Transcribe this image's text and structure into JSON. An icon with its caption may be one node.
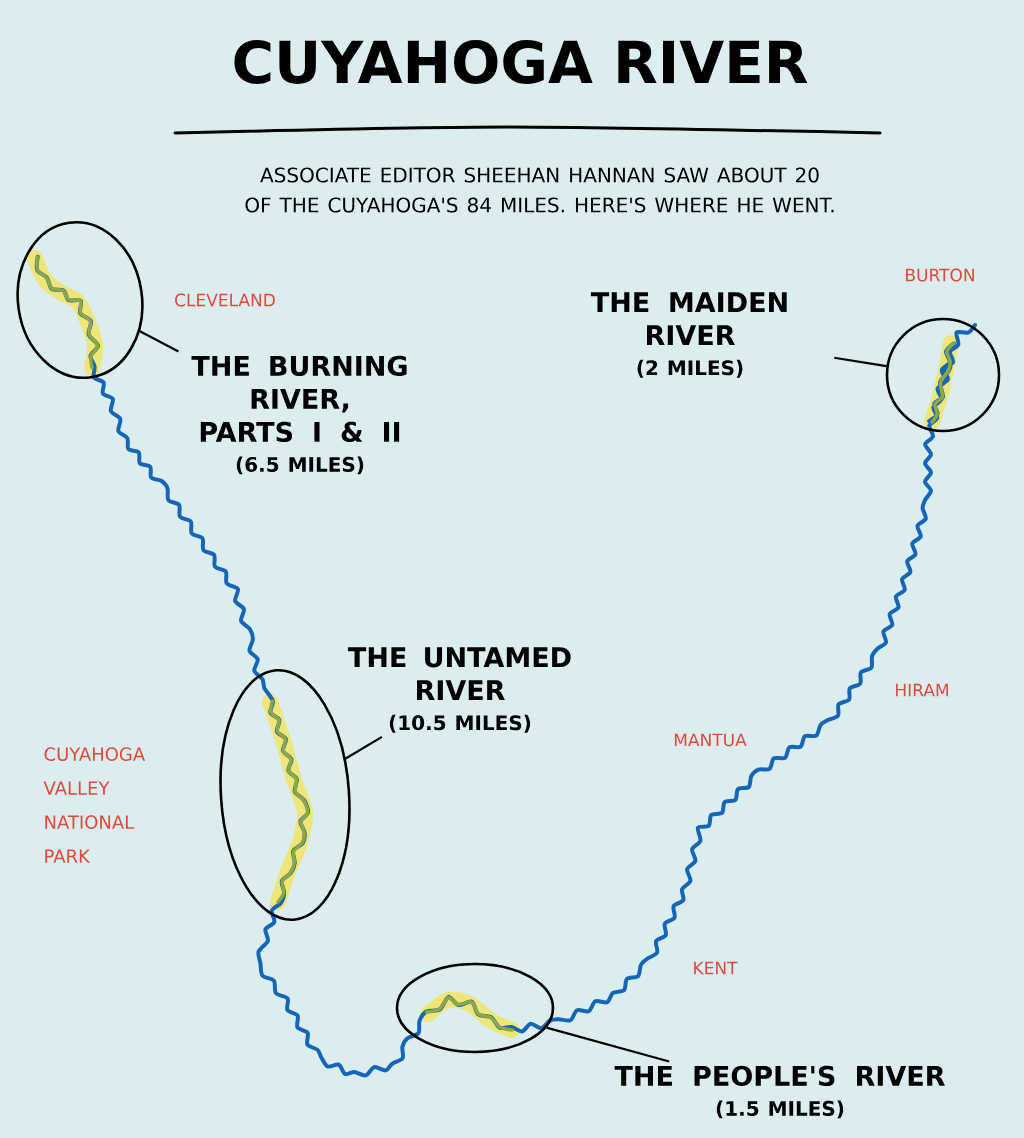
{
  "diagram": {
    "title": "CUYAHOGA RIVER",
    "caption": "ASSOCIATE EDITOR SHEEHAN HANNAN SAW ABOUT 20 OF THE CUYAHOGA'S 84 MILES. HERE'S WHERE HE WENT.",
    "nodes": [
      {
        "text": [],
        "shape": "circle"
      },
      {
        "text": [
          "THE BURNING RIVER, PARTS I & II",
          "(6.5 MILES)"
        ]
      },
      {
        "text": [
          "THE MAIDEN RIVER",
          "(2 MILES)"
        ]
      },
      {
        "text": [],
        "shape": "circle"
      },
      {
        "text": [
          "THE UNTAMED RIVER",
          "(10.5 MILES)"
        ]
      },
      {
        "text": [],
        "shape": "circle"
      },
      {
        "text": [],
        "shape": "circle"
      },
      {
        "text": [
          "THE PEOPLE'S RIVER",
          "(1.5 MILES)"
        ]
      }
    ],
    "edges": [
      {
        "from": 1,
        "to": 0,
        "arrow": "none"
      },
      {
        "from": 2,
        "to": 3,
        "arrow": "none"
      },
      {
        "from": 4,
        "to": 5,
        "arrow": "none"
      },
      {
        "from": 7,
        "to": 6,
        "arrow": "none"
      }
    ],
    "labels": [
      "BURTON",
      "CLEVELAND",
      "HIRAM",
      "MANTUA",
      "CUYAHOGA VALLEY NATIONAL PARK",
      "KENT"
    ]
  }
}
